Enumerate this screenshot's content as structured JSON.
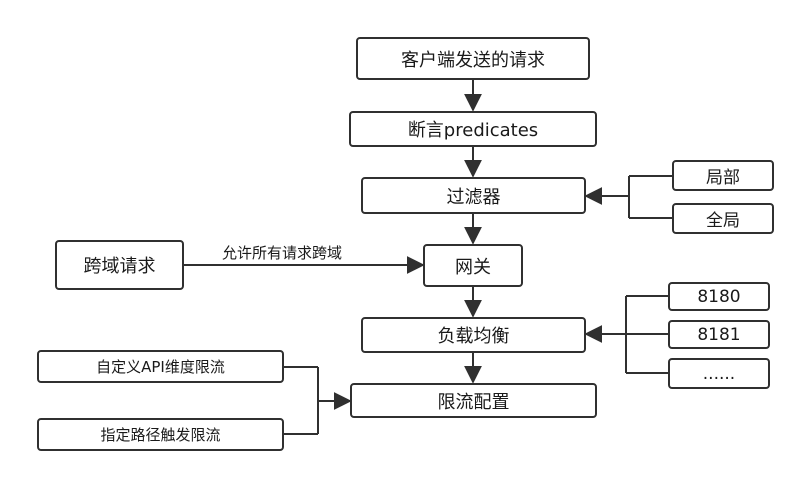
{
  "nodes": {
    "client_request": "客户端发送的请求",
    "predicates": "断言predicates",
    "filter": "过滤器",
    "local": "局部",
    "global": "全局",
    "cors_request": "跨域请求",
    "gateway": "网关",
    "load_balance": "负载均衡",
    "port_8180": "8180",
    "port_8181": "8181",
    "port_more": "......",
    "custom_api_limit": "自定义API维度限流",
    "path_trigger_limit": "指定路径触发限流",
    "rate_limit_config": "限流配置"
  },
  "edges": {
    "cors_label": "允许所有请求跨域"
  },
  "colors": {
    "stroke": "#303030",
    "fill": "#ffffff"
  }
}
